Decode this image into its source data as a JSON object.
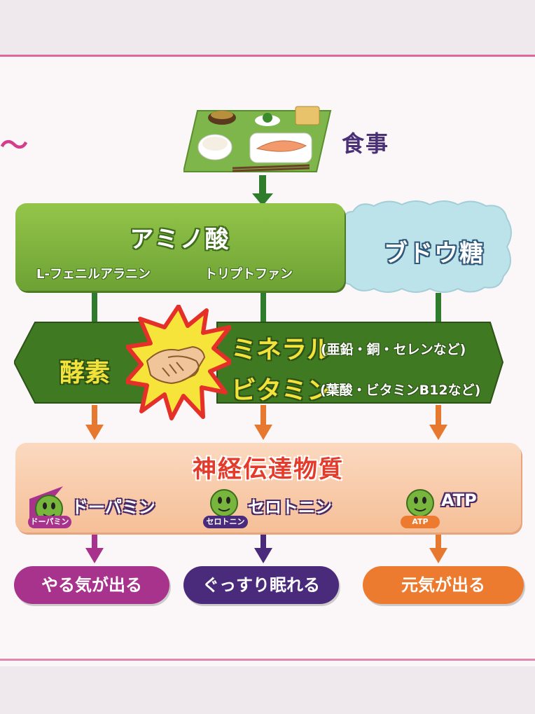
{
  "meal": {
    "label": "食事"
  },
  "amino": {
    "title": "アミノ酸",
    "items": [
      "L-フェニルアラニン",
      "トリプトファン"
    ]
  },
  "glucose": {
    "label": "ブドウ糖"
  },
  "cofactors": {
    "enzyme": "酵素",
    "mineral": "ミネラル",
    "mineral_note": "(亜鉛・銅・セレンなど)",
    "vitamin": "ビタミン",
    "vitamin_note": "(葉酸・ビタミンB12など)"
  },
  "neurotransmitters": {
    "title": "神経伝達物質",
    "items": [
      {
        "name": "ドーパミン",
        "tag": "ドーパミン"
      },
      {
        "name": "セロトニン",
        "tag": "セロトニン"
      },
      {
        "name": "ATP",
        "tag": "ATP"
      }
    ]
  },
  "effects": [
    "やる気が出る",
    "ぐっすり眠れる",
    "元気が出る"
  ],
  "colors": {
    "amino_green": "#7cb13c",
    "glucose_blue": "#bde3ea",
    "cofactor_green": "#3f7a23",
    "nt_peach": "#f8cdae",
    "dopamine": "#a8338c",
    "serotonin": "#4a2a7b",
    "atp": "#ec7b2f",
    "arrow_green": "#2f7d2c",
    "arrow_orange": "#e6792f"
  }
}
